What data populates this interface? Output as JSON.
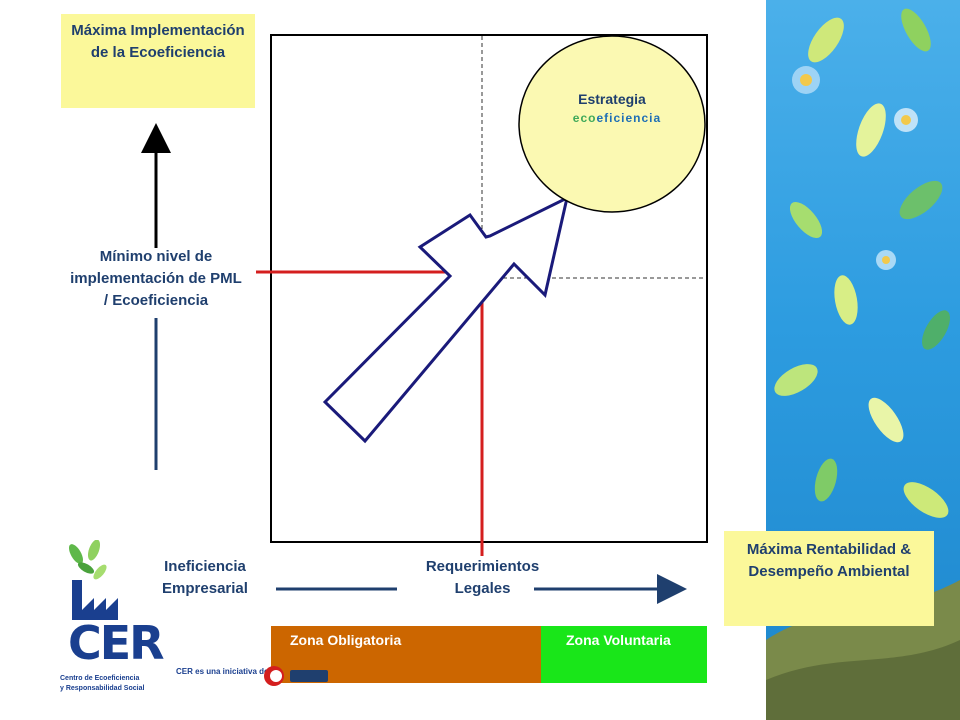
{
  "top_box": {
    "text": "Máxima Implementación de la Ecoeficiencia"
  },
  "mid_label": {
    "text": "Mínimo nivel de implementación de PML / Ecoeficiencia"
  },
  "bottom_right_box": {
    "text": "Máxima Rentabilidad & Desempeño Ambiental"
  },
  "x_axis": {
    "left_label": "Ineficiencia Empresarial",
    "center_label": "Requerimientos Legales"
  },
  "circle": {
    "title": "Estrategia",
    "subtitle_eco": "eco",
    "subtitle_rest": "eficiencia"
  },
  "zones": {
    "obligatoria": "Zona Obligatoria",
    "voluntaria": "Zona Voluntaria"
  },
  "logo": {
    "acronym": "CER",
    "line1": "Centro de Ecoeficiencia",
    "line2": "y Responsabilidad Social",
    "initiative": "CER es una iniciativa de"
  },
  "colors": {
    "navy": "#1f3f6e",
    "red": "#d41e1e",
    "yellow_box": "#fbf89a",
    "circle_fill": "#fbf9b2",
    "orange_zone": "#cc6600",
    "green_zone": "#19e619",
    "sky": "#2d9ce0"
  }
}
